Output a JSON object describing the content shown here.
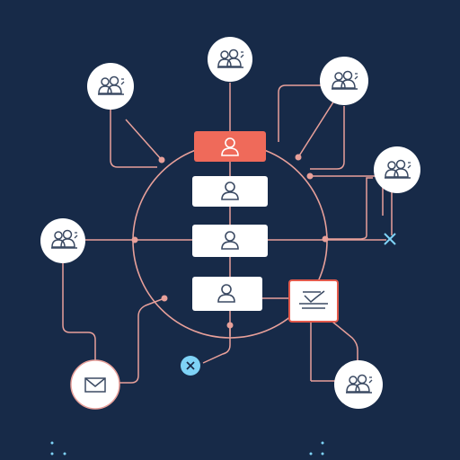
{
  "diagram": {
    "colors": {
      "background": "#172a48",
      "connector": "#e8a09a",
      "node_fill": "#ffffff",
      "node_stroke": "#e8a09a",
      "icon_stroke": "#3b4a63",
      "highlight_fill": "#ef6a5a",
      "close_blue": "#7fd3f7"
    },
    "center_stack": [
      {
        "icon": "user-icon",
        "state": "highlighted"
      },
      {
        "icon": "user-icon",
        "state": "default"
      },
      {
        "icon": "user-icon",
        "state": "default"
      },
      {
        "icon": "user-icon",
        "state": "default"
      }
    ],
    "outer_nodes": [
      {
        "icon": "group-icon"
      },
      {
        "icon": "group-icon"
      },
      {
        "icon": "group-icon"
      },
      {
        "icon": "group-icon"
      },
      {
        "icon": "group-icon"
      },
      {
        "icon": "group-icon"
      },
      {
        "icon": "mail-icon"
      },
      {
        "icon": "signature-card-icon"
      }
    ],
    "markers": [
      {
        "icon": "close-icon"
      },
      {
        "icon": "close-icon"
      }
    ]
  }
}
